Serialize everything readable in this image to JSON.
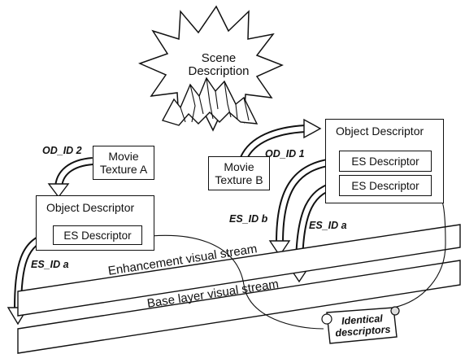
{
  "scene": {
    "line1": "Scene",
    "line2": "Description"
  },
  "movie_a": {
    "line1": "Movie",
    "line2": "Texture A"
  },
  "movie_b": {
    "line1": "Movie",
    "line2": "Texture B"
  },
  "od_left": {
    "title": "Object Descriptor",
    "es": "ES Descriptor"
  },
  "od_right": {
    "title": "Object Descriptor",
    "es1": "ES Descriptor",
    "es2": "ES Descriptor"
  },
  "labels": {
    "od_id_2": "OD_ID 2",
    "od_id_1": "OD_ID 1",
    "es_id_b": "ES_ID b",
    "es_id_a_right": "ES_ID a",
    "es_id_a_left": "ES_ID a"
  },
  "streams": {
    "enhancement": "Enhancement visual stream",
    "base": "Base layer visual stream"
  },
  "scroll": {
    "line1": "Identical",
    "line2": "descriptors"
  }
}
